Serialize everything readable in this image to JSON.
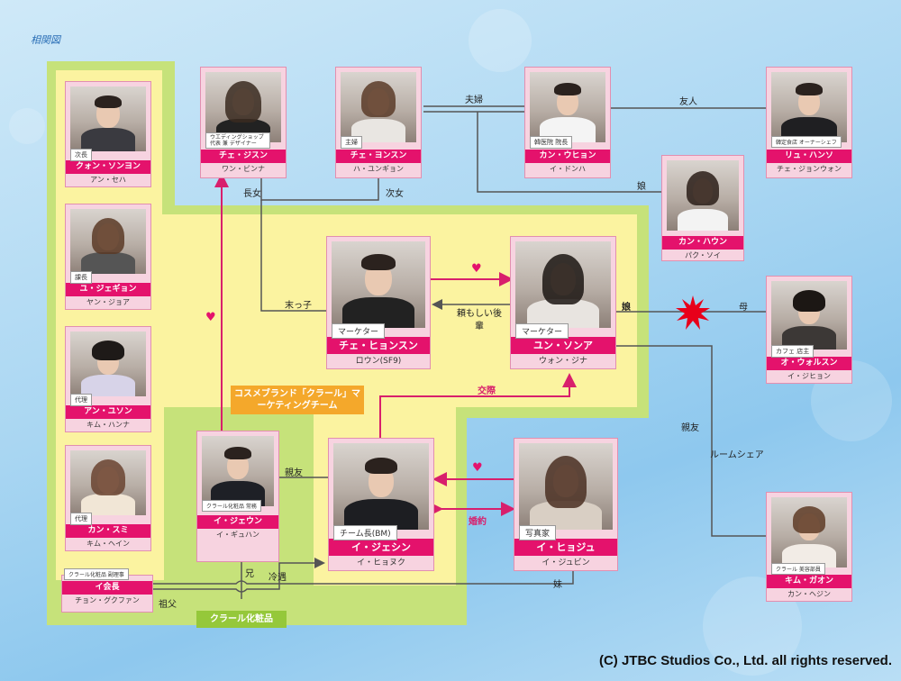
{
  "title": "相関図",
  "copyright": "(C) JTBC Studios Co., Ltd. all rights reserved.",
  "group_labels": {
    "team": "コスメブランド「クラール」マーケティングチーム",
    "company": "クラール化粧品"
  },
  "people": {
    "kwon": {
      "role": "次長",
      "name": "クォン・ソンヨン",
      "actor": "アン・セハ"
    },
    "yu": {
      "role": "課長",
      "name": "ユ・ジェギョン",
      "actor": "ヤン・ジョア"
    },
    "ahn": {
      "role": "代理",
      "name": "アン・ユソン",
      "actor": "キム・ハンナ"
    },
    "kangsumi": {
      "role": "代理",
      "name": "カン・スミ",
      "actor": "キム・ヘイン"
    },
    "choijisun": {
      "role": "ウエディングショップ代表 兼 デザイナー",
      "name": "チェ・ジスン",
      "actor": "ワン・ビンナ"
    },
    "choiyunsun": {
      "role": "主婦",
      "name": "チェ・ヨンスン",
      "actor": "ハ・ユンギョン"
    },
    "kanguhyeon": {
      "role": "韓医院 院長",
      "name": "カン・ウヒョン",
      "actor": "イ・ドンハ"
    },
    "ryu": {
      "role": "韓定食店 オーナーシェフ",
      "name": "リュ・ハンソ",
      "actor": "チェ・ジョンウォン"
    },
    "kanghaun": {
      "role": "",
      "name": "カン・ハウン",
      "actor": "パク・ソイ"
    },
    "choihyunsun": {
      "role": "マーケター",
      "name": "チェ・ヒョンスン",
      "actor": "ロウン(SF9)"
    },
    "yunsona": {
      "role": "マーケター",
      "name": "ユン・ソンア",
      "actor": "ウォン・ジナ"
    },
    "ohwolsun": {
      "role": "カフェ 店主",
      "name": "オ・ウォルスン",
      "actor": "イ・ジヒョン"
    },
    "leejeun": {
      "role": "クラール化粧品 常務",
      "name": "イ・ジェウン",
      "actor": "イ・ギュハン"
    },
    "leejeshin": {
      "role": "チーム長(BM)",
      "name": "イ・ジェシン",
      "actor": "イ・ヒョヌク"
    },
    "leehyoju": {
      "role": "写真家",
      "name": "イ・ヒョジュ",
      "actor": "イ・ジュビン"
    },
    "kimgaon": {
      "role": "クラール 美容部員",
      "name": "キム・ガオン",
      "actor": "カン・ヘジン"
    },
    "chairman": {
      "role": "クラール化粧品 副理事",
      "name": "イ会長",
      "actor": "チョン・グクファン"
    }
  },
  "relations": {
    "couple": "夫婦",
    "friend": "友人",
    "daughter": "娘",
    "eldest": "長女",
    "second": "次女",
    "youngest_son": "末っ子",
    "reliable_junior": "頼もしい後輩",
    "daughter2": "娘",
    "mother": "母",
    "dating": "交際",
    "close_friend": "親友",
    "roomshare": "ルームシェア",
    "close_friend2": "親友",
    "engaged": "婚約",
    "older_brother": "兄",
    "demotion": "冷遇",
    "grandfather": "祖父",
    "younger_sister": "妹"
  }
}
